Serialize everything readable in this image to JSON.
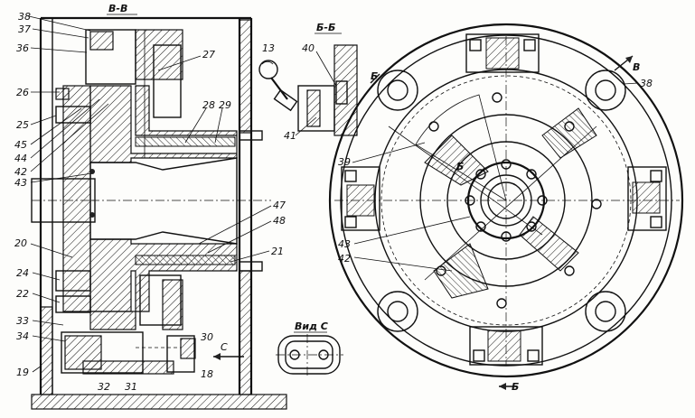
{
  "sections": {
    "main": "В-В",
    "detail": "Б-Б",
    "view": "Вид С"
  },
  "left_labels": [
    "38",
    "37",
    "36",
    "26",
    "25",
    "45",
    "44",
    "42",
    "43",
    "20",
    "24",
    "22",
    "33",
    "34",
    "19"
  ],
  "top_labels": [
    "27",
    "28",
    "29",
    "47",
    "48",
    "21"
  ],
  "bottom_labels": [
    "32",
    "31",
    "18",
    "30"
  ],
  "arrow_label": "С",
  "detail_labels": [
    "13",
    "40",
    "41"
  ],
  "circle_labels": [
    "Б",
    "В",
    "38",
    "39",
    "Б",
    "43",
    "42",
    "Б"
  ]
}
